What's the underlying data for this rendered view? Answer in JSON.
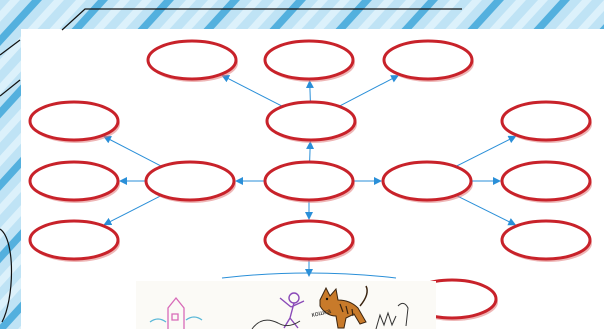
{
  "slide": {
    "background_colors": [
      "#bfe3f5",
      "#2f9fd6",
      "#e6f5fc"
    ],
    "panel_color": "#ffffff"
  },
  "diagram": {
    "node_style": {
      "fill": "#ffffff",
      "stroke": "#c8222a",
      "shadow": "#e07a7a"
    },
    "arrow_color": "#2a8fd8",
    "nodes": [
      {
        "id": "center",
        "label": ""
      },
      {
        "id": "upper-middle",
        "label": ""
      },
      {
        "id": "top-left",
        "label": ""
      },
      {
        "id": "top-center",
        "label": ""
      },
      {
        "id": "top-right",
        "label": ""
      },
      {
        "id": "left-hub",
        "label": ""
      },
      {
        "id": "left-top",
        "label": ""
      },
      {
        "id": "left-middle",
        "label": ""
      },
      {
        "id": "left-bottom",
        "label": ""
      },
      {
        "id": "right-hub",
        "label": ""
      },
      {
        "id": "right-top",
        "label": ""
      },
      {
        "id": "right-middle",
        "label": ""
      },
      {
        "id": "right-bottom",
        "label": ""
      },
      {
        "id": "lower-middle",
        "label": ""
      },
      {
        "id": "bottom-right-partial",
        "label": ""
      }
    ],
    "edges": [
      {
        "from": "center",
        "to": "upper-middle"
      },
      {
        "from": "upper-middle",
        "to": "top-left"
      },
      {
        "from": "upper-middle",
        "to": "top-center"
      },
      {
        "from": "upper-middle",
        "to": "top-right"
      },
      {
        "from": "center",
        "to": "left-hub"
      },
      {
        "from": "left-hub",
        "to": "left-top"
      },
      {
        "from": "left-hub",
        "to": "left-middle"
      },
      {
        "from": "left-hub",
        "to": "left-bottom"
      },
      {
        "from": "center",
        "to": "right-hub"
      },
      {
        "from": "right-hub",
        "to": "right-top"
      },
      {
        "from": "right-hub",
        "to": "right-middle"
      },
      {
        "from": "right-hub",
        "to": "right-bottom"
      },
      {
        "from": "center",
        "to": "lower-middle"
      },
      {
        "from": "lower-middle",
        "to": "bottom-fan"
      }
    ]
  },
  "illustration": {
    "caption_word": "кошка",
    "colors": {
      "cat_body": "#c87a2a",
      "cat_stripes": "#3a2410",
      "figure": "#8a4ab8",
      "house": "#d86ab8",
      "grass": "#5ab8d8"
    }
  }
}
